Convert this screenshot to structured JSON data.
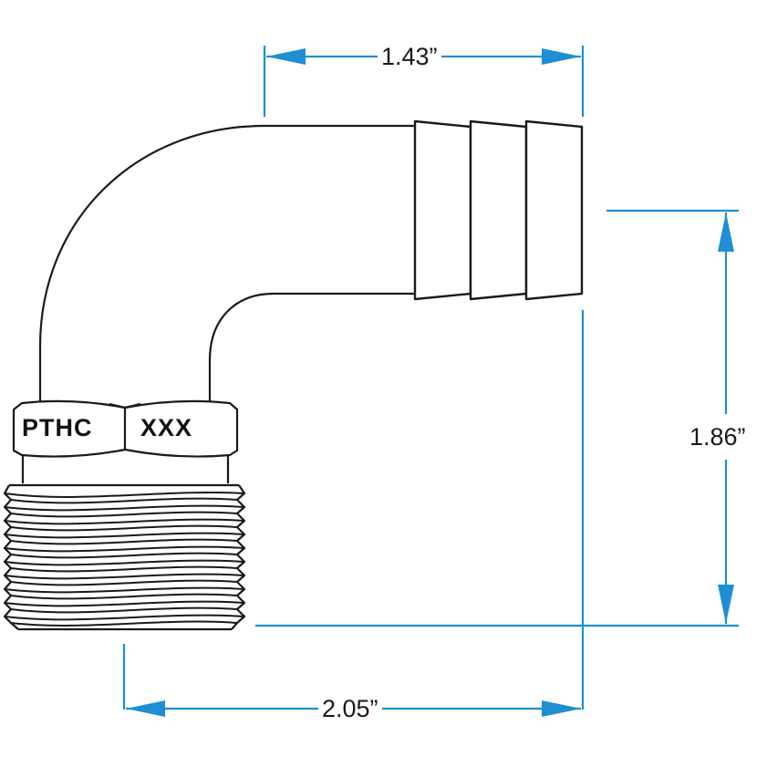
{
  "diagram": {
    "type": "technical-drawing",
    "subject": "90-degree hose barb elbow fitting with male pipe thread",
    "colors": {
      "outline": "#1a1a1a",
      "dimension": "#1e8fd2",
      "background": "#ffffff"
    },
    "hex_marking": {
      "left": "PTHC",
      "right": "XXX"
    },
    "dimensions": {
      "top_width": "1.43”",
      "height": "1.86”",
      "bottom_width": "2.05”"
    },
    "barb_count": 3,
    "thread_count": 11
  }
}
